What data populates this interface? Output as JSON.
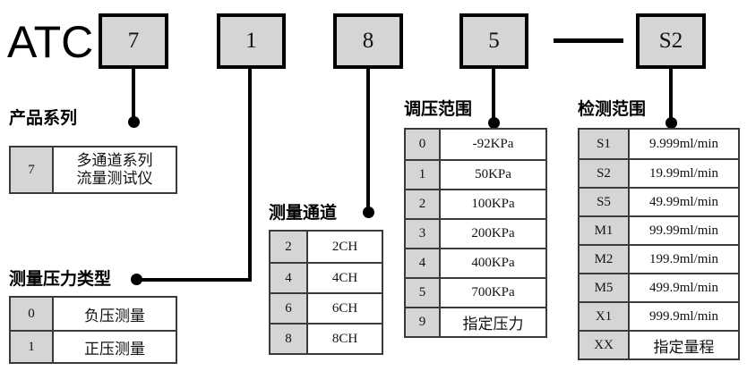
{
  "diagram": {
    "title_code": "ATC",
    "model_boxes": [
      {
        "name": "product-series",
        "value": "7"
      },
      {
        "name": "pressure-type",
        "value": "1"
      },
      {
        "name": "measure-channel",
        "value": "8"
      },
      {
        "name": "pressure-range",
        "value": "5"
      },
      {
        "name": "detection-range",
        "value": "S2"
      }
    ],
    "separator": "—"
  },
  "sections": {
    "product_series": {
      "caption": "产品系列",
      "rows": [
        {
          "code": "7",
          "desc_line1": "多通道系列",
          "desc_line2": "流量测试仪"
        }
      ]
    },
    "pressure_type": {
      "caption": "测量压力类型",
      "rows": [
        {
          "code": "0",
          "desc": "负压测量"
        },
        {
          "code": "1",
          "desc": "正压测量"
        }
      ]
    },
    "measure_channel": {
      "caption": "测量通道",
      "rows": [
        {
          "code": "2",
          "desc": "2CH"
        },
        {
          "code": "4",
          "desc": "4CH"
        },
        {
          "code": "6",
          "desc": "6CH"
        },
        {
          "code": "8",
          "desc": "8CH"
        }
      ]
    },
    "pressure_range": {
      "caption": "调压范围",
      "rows": [
        {
          "code": "0",
          "desc": "-92KPa"
        },
        {
          "code": "1",
          "desc": "50KPa"
        },
        {
          "code": "2",
          "desc": "100KPa"
        },
        {
          "code": "3",
          "desc": "200KPa"
        },
        {
          "code": "4",
          "desc": "400KPa"
        },
        {
          "code": "5",
          "desc": "700KPa"
        },
        {
          "code": "9",
          "desc": "指定压力"
        }
      ]
    },
    "detection_range": {
      "caption": "检测范围",
      "rows": [
        {
          "code": "S1",
          "desc": "9.999ml/min"
        },
        {
          "code": "S2",
          "desc": "19.99ml/min"
        },
        {
          "code": "S5",
          "desc": "49.99ml/min"
        },
        {
          "code": "M1",
          "desc": "99.99ml/min"
        },
        {
          "code": "M2",
          "desc": "199.9ml/min"
        },
        {
          "code": "M5",
          "desc": "499.9ml/min"
        },
        {
          "code": "X1",
          "desc": "999.9ml/min"
        },
        {
          "code": "XX",
          "desc": "指定量程"
        }
      ]
    }
  },
  "colors": {
    "box_fill": "#d5d5d5",
    "line": "#000000",
    "table_border": "#3a3a3a"
  }
}
